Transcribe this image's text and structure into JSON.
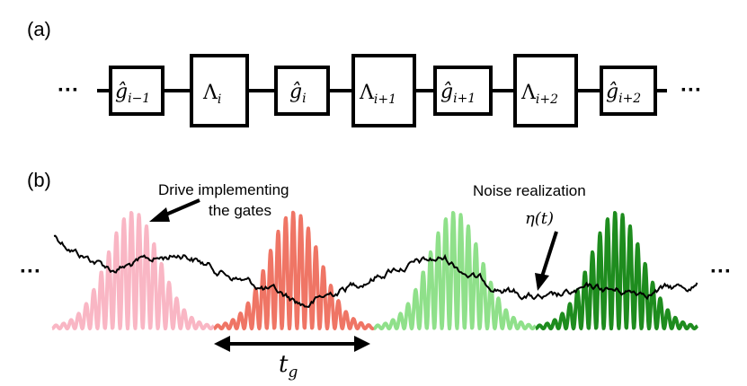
{
  "panel_a": {
    "label": "(a)",
    "leading_dots": "···",
    "trailing_dots": "···",
    "gates": [
      {
        "kind": "g",
        "main": "ĝ",
        "sub": "i−1"
      },
      {
        "kind": "lambda",
        "main": "Λ",
        "sub": "i"
      },
      {
        "kind": "g",
        "main": "ĝ",
        "sub": "i"
      },
      {
        "kind": "lambda",
        "main": "Λ",
        "sub": "i+1"
      },
      {
        "kind": "g",
        "main": "ĝ",
        "sub": "i+1"
      },
      {
        "kind": "lambda",
        "main": "Λ",
        "sub": "i+2"
      },
      {
        "kind": "g",
        "main": "ĝ",
        "sub": "i+2"
      }
    ]
  },
  "panel_b": {
    "label": "(b)",
    "leading_dots": "···",
    "trailing_dots": "···",
    "drive_label_line1": "Drive implementing",
    "drive_label_line2": "the gates",
    "noise_label": "Noise realization",
    "noise_symbol": "η(t)",
    "gate_time_main": "t",
    "gate_time_sub": "g",
    "pulse_colors": [
      "#f9b6c4",
      "#ef7565",
      "#8fe08a",
      "#1e8c1e"
    ]
  }
}
